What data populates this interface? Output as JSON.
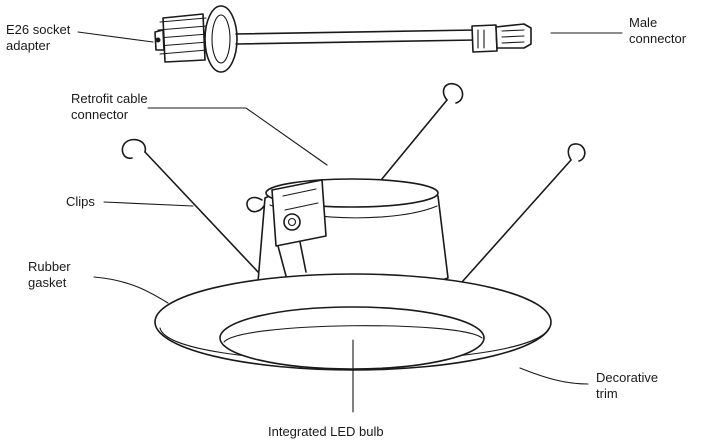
{
  "labels": {
    "e26_socket_adapter": {
      "line1": "E26 socket",
      "line2": "adapter"
    },
    "male_connector": {
      "line1": "Male",
      "line2": "connector"
    },
    "retrofit_cable_connector": {
      "line1": "Retrofit cable",
      "line2": "connector"
    },
    "clips": {
      "line1": "Clips"
    },
    "rubber_gasket": {
      "line1": "Rubber",
      "line2": "gasket"
    },
    "decorative_trim": {
      "line1": "Decorative",
      "line2": "trim"
    },
    "integrated_led_bulb": {
      "line1": "Integrated LED bulb"
    }
  },
  "colors": {
    "ink": "#1a1a1a",
    "background": "#ffffff"
  }
}
